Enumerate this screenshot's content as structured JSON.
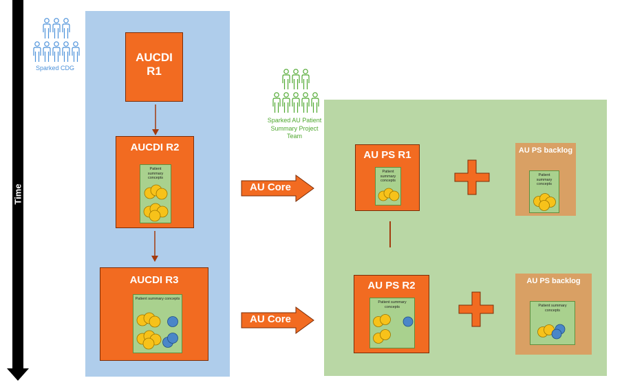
{
  "time_axis": {
    "label": "Time"
  },
  "cdg_team": {
    "label": "Sparked CDG",
    "color": "#4a90d9"
  },
  "ps_team": {
    "label_lines": [
      "Sparked AU Patient",
      "Summary Project",
      "Team"
    ],
    "color": "#4ea72e"
  },
  "aucdi": {
    "r1": {
      "title_lines": [
        "AUCDI",
        "R1"
      ]
    },
    "r2": {
      "title": "AUCDI R2",
      "concepts_lines": [
        "Patient",
        "summary",
        "concepts"
      ]
    },
    "r3": {
      "title": "AUCDI R3",
      "concepts_label": "Patient summary concepts"
    }
  },
  "arrows": {
    "top_label": "AU Core",
    "bottom_label": "AU Core"
  },
  "au_ps": {
    "r1": {
      "title": "AU PS R1",
      "concepts_lines": [
        "Patient",
        "summary",
        "concepts"
      ]
    },
    "r2": {
      "title": "AU PS R2",
      "concepts_lines": [
        "Patient summary",
        "concepts"
      ]
    }
  },
  "backlog": {
    "top": {
      "title": "AU PS backlog",
      "concepts_lines": [
        "Patient",
        "summary",
        "concepts"
      ]
    },
    "bottom": {
      "title": "AU PS backlog",
      "concepts_lines": [
        "Patient summary",
        "concepts"
      ]
    }
  },
  "colors": {
    "orange": "#f26b21",
    "yellow_circle": "#f7c21a",
    "blue_circle": "#4a86c8"
  }
}
